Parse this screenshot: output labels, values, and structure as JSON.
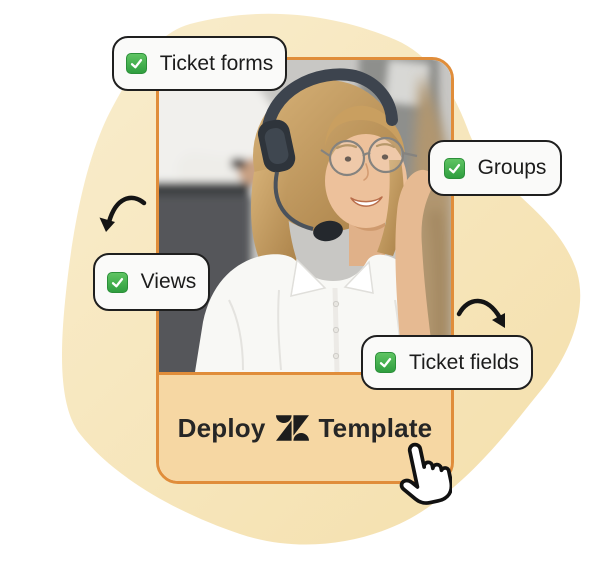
{
  "colors": {
    "orange": "#e08d3a",
    "bar": "#f6d7a3",
    "blob": "#f5e3b9",
    "blob_light": "#f9eecf",
    "green": "#2f9e3f",
    "ink": "#1c1c1c",
    "badge_bg": "#fafaf9"
  },
  "badges": [
    {
      "id": "ticket-forms",
      "label": "Ticket forms",
      "icon": "green-checkbox-icon"
    },
    {
      "id": "groups",
      "label": "Groups",
      "icon": "green-checkbox-icon"
    },
    {
      "id": "views",
      "label": "Views",
      "icon": "green-checkbox-icon"
    },
    {
      "id": "ticket-fields",
      "label": "Ticket fields",
      "icon": "green-checkbox-icon"
    }
  ],
  "deploy": {
    "label_before": "Deploy",
    "label_after": "Template",
    "logo": "zendesk-logo-icon"
  },
  "decor": {
    "left_arrow": "curved-arrow-icon",
    "right_arrow": "curved-arrow-icon",
    "cursor": "hand-pointer-icon",
    "photo": "support-agent-photo"
  }
}
